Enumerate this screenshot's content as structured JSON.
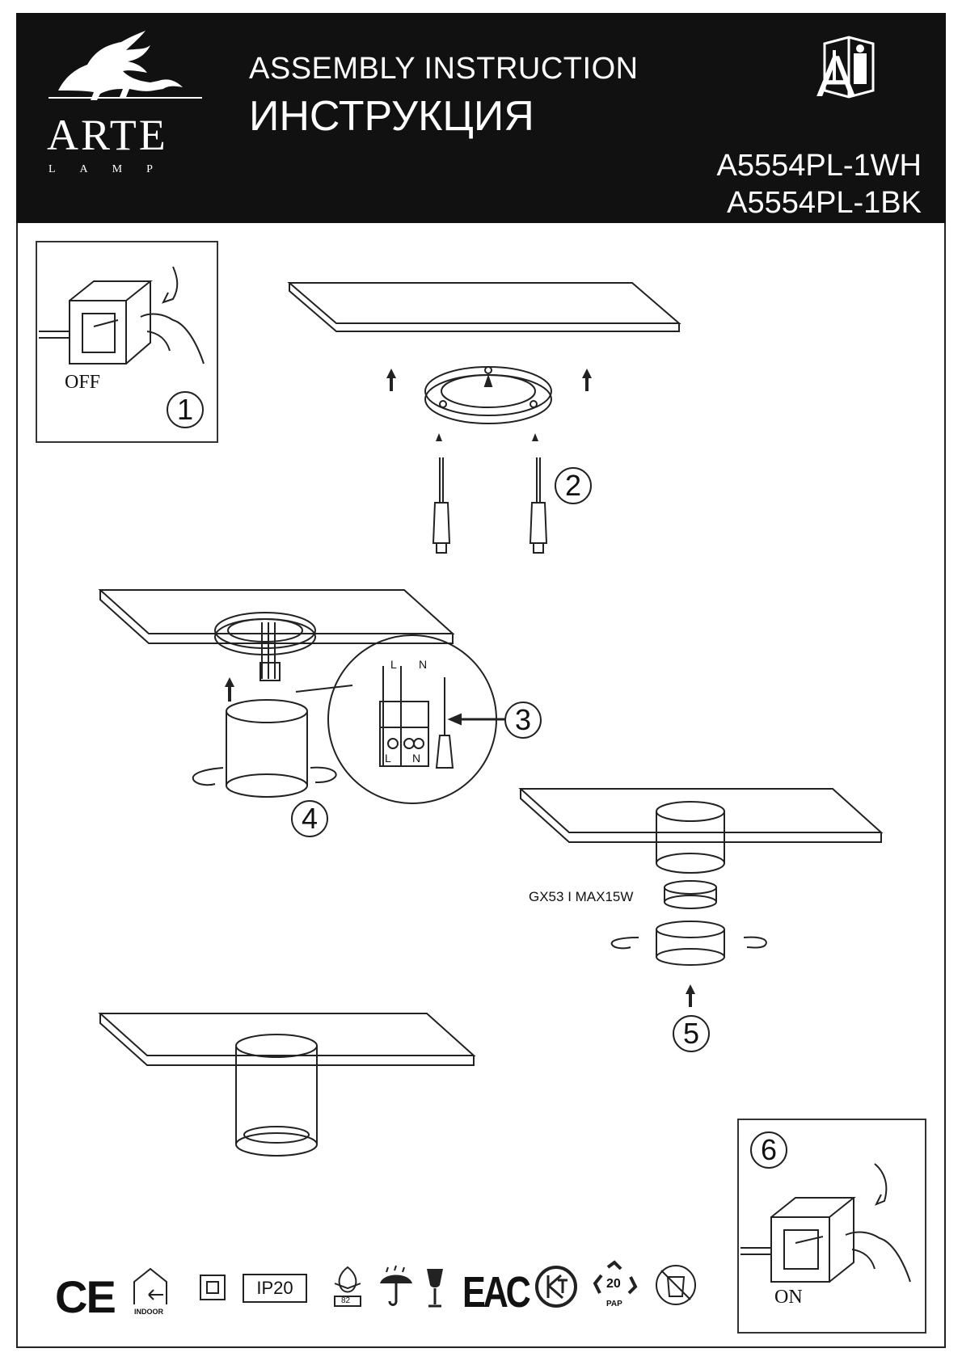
{
  "header": {
    "brand": "ARTE",
    "brand_sub": "LAMP",
    "title_en": "ASSEMBLY  INSTRUCTION",
    "title_ru": "ИНСТРУКЦИЯ",
    "variant": "A",
    "models": [
      "A5554PL-1WH",
      "A5554PL-1BK"
    ]
  },
  "steps": [
    {
      "number": "1",
      "switch_label": "OFF"
    },
    {
      "number": "2"
    },
    {
      "number": "3",
      "wire_labels_top": [
        "L",
        "N"
      ],
      "wire_labels_bottom": [
        "L",
        "N"
      ]
    },
    {
      "number": "4"
    },
    {
      "number": "5",
      "lamp_spec": "GX53 I MAX15W"
    },
    {
      "number": "6",
      "switch_label": "ON"
    }
  ],
  "certifications": {
    "ce": "CE",
    "indoor": "INDOOR",
    "ip": "IP20",
    "fire_rating": "82",
    "recycle_number": "20",
    "recycle_code": "PAP",
    "eac": "EAC"
  }
}
